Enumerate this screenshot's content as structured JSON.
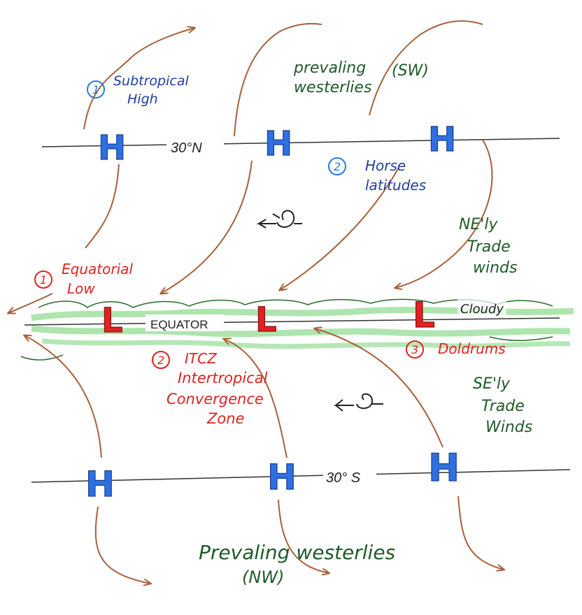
{
  "diagram": {
    "lat_30n": "30°N",
    "equator": "EQUATOR",
    "lat_30s": "30° S",
    "subtropical_high_num": "1",
    "subtropical_high_l1": "Subtropical",
    "subtropical_high_l2": "High",
    "horse_lat_num": "2",
    "horse_lat_l1": "Horse",
    "horse_lat_l2": "latitudes",
    "prevailing_w_nh_l1": "prevaling",
    "prevailing_w_nh_l2": "westerlies",
    "prevailing_w_nh_dir": "(SW)",
    "ne_trades_l1": "NE'ly",
    "ne_trades_l2": "Trade",
    "ne_trades_l3": "winds",
    "equatorial_low_num": "1",
    "equatorial_low_l1": "Equatorial",
    "equatorial_low_l2": "Low",
    "cloudy": "Cloudy",
    "itcz_num": "2",
    "itcz_l1": "ITCZ",
    "itcz_l2": "Intertropical",
    "itcz_l3": "Convergence",
    "itcz_l4": "Zone",
    "doldrums_num": "3",
    "doldrums": "Doldrums",
    "se_trades_l1": "SE'ly",
    "se_trades_l2": "Trade",
    "se_trades_l3": "Winds",
    "prevailing_w_sh_l1": "Prevaling westerlies",
    "prevailing_w_sh_dir": "(NW)",
    "high_symbol": "H",
    "low_symbol": "L"
  },
  "colors": {
    "high": "#2f6fe0",
    "low": "#e02222",
    "arrow": "#a8603a",
    "cloud": "#6ccf6c",
    "cloud_outline": "#2a6a2a",
    "line": "#333333"
  }
}
